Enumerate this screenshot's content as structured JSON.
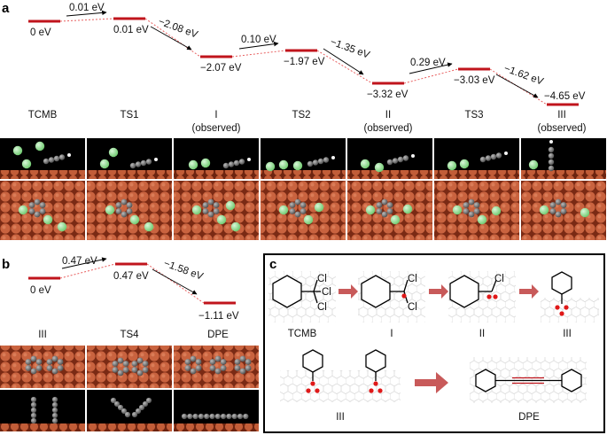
{
  "panel_a": {
    "label": "a",
    "levels": [
      {
        "energy": "0 eV",
        "name": "TCMB",
        "observed": false
      },
      {
        "energy": "0.01 eV",
        "name": "TS1",
        "observed": false
      },
      {
        "energy": "−2.07 eV",
        "name": "I",
        "observed": true
      },
      {
        "energy": "−1.97 eV",
        "name": "TS2",
        "observed": false
      },
      {
        "energy": "−3.32 eV",
        "name": "II",
        "observed": true
      },
      {
        "energy": "−3.03 eV",
        "name": "TS3",
        "observed": false
      },
      {
        "energy": "−4.65 eV",
        "name": "III",
        "observed": true
      }
    ],
    "observed_label": "(observed)",
    "transitions": [
      "0.01 eV",
      "−2.08 eV",
      "0.10 eV",
      "−1.35 eV",
      "0.29 eV",
      "−1.62 eV"
    ]
  },
  "panel_b": {
    "label": "b",
    "levels": [
      {
        "energy": "0 eV",
        "name": "III"
      },
      {
        "energy": "0.47 eV",
        "name": "TS4"
      },
      {
        "energy": "−1.11 eV",
        "name": "DPE"
      }
    ],
    "transitions": [
      "0.47 eV",
      "−1.58 eV"
    ]
  },
  "panel_c": {
    "label": "c",
    "row1": [
      "TCMB",
      "I",
      "II",
      "III"
    ],
    "row2": [
      "III",
      "DPE"
    ],
    "atom_labels": {
      "chlorine": "Cl"
    }
  },
  "colors": {
    "level": "#c0141c",
    "dotted": "#e86060",
    "copper": "#c8623e",
    "chlorine": "#8fdc8f",
    "carbon": "#6e6e6e",
    "reaction_arrow": "#c85a5a",
    "adsorbed_atom": "#e01818"
  }
}
